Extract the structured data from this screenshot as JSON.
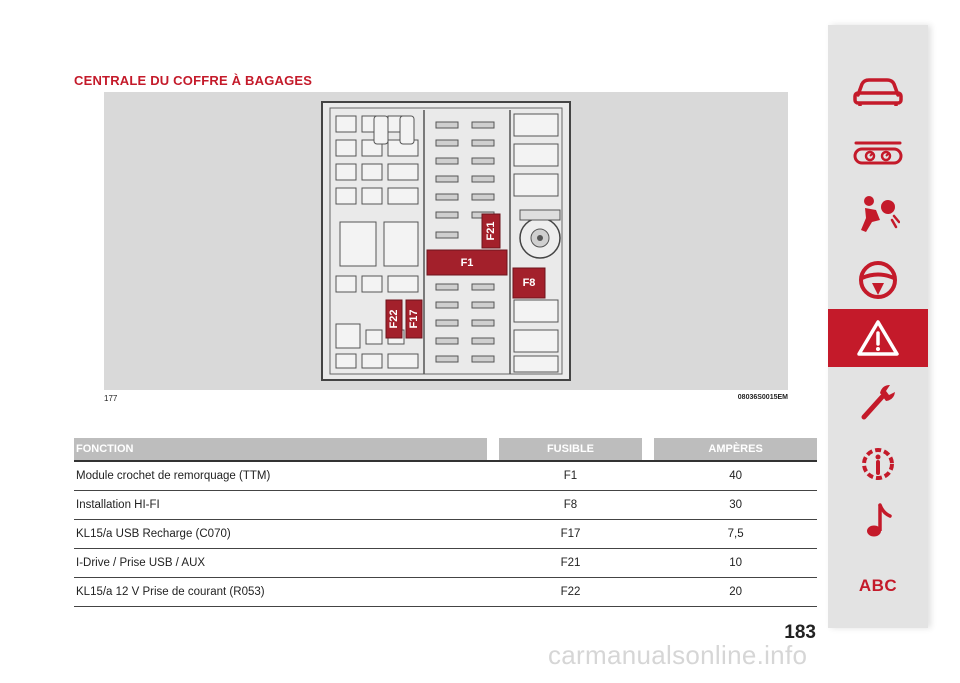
{
  "page": {
    "title": "CENTRALE DU COFFRE À BAGAGES",
    "page_number": "183",
    "watermark": "carmanualsonline.info"
  },
  "figure": {
    "number": "177",
    "code": "08036S0015EM",
    "fuses": [
      {
        "id": "F1",
        "label": "F1"
      },
      {
        "id": "F8",
        "label": "F8"
      },
      {
        "id": "F17",
        "label": "F17"
      },
      {
        "id": "F21",
        "label": "F21"
      },
      {
        "id": "F22",
        "label": "F22"
      }
    ],
    "fuse_color": "#a3202b",
    "housing_color": "#7a7a7a"
  },
  "table": {
    "headers": {
      "function": "FONCTION",
      "fuse": "FUSIBLE",
      "amps": "AMPÈRES"
    },
    "rows": [
      {
        "function": "Module crochet de remorquage (TTM)",
        "fuse": "F1",
        "amps": "40"
      },
      {
        "function": "Installation HI-FI",
        "fuse": "F8",
        "amps": "30"
      },
      {
        "function": "KL15/a USB Recharge (C070)",
        "fuse": "F17",
        "amps": "7,5"
      },
      {
        "function": "I-Drive / Prise USB / AUX",
        "fuse": "F21",
        "amps": "10"
      },
      {
        "function": "KL15/a 12 V Prise de courant (R053)",
        "fuse": "F22",
        "amps": "20"
      }
    ]
  },
  "sidebar": {
    "accent_color": "#c41a2a",
    "items": [
      {
        "icon": "car-icon",
        "active": false
      },
      {
        "icon": "instrument-cluster-icon",
        "active": false
      },
      {
        "icon": "airbag-icon",
        "active": false
      },
      {
        "icon": "steering-wheel-icon",
        "active": false
      },
      {
        "icon": "warning-triangle-icon",
        "active": true
      },
      {
        "icon": "wrench-icon",
        "active": false
      },
      {
        "icon": "technical-info-icon",
        "active": false
      },
      {
        "icon": "music-note-icon",
        "active": false
      },
      {
        "icon": "alphabetical-index",
        "label": "ABC",
        "active": false
      }
    ]
  }
}
